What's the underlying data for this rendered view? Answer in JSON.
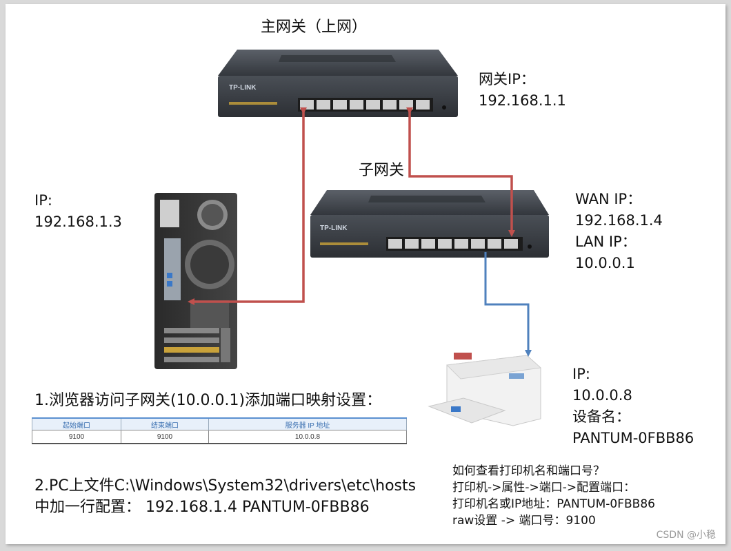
{
  "labels": {
    "main_gateway": "主网关（上网）",
    "gateway_ip": [
      "网关IP：",
      "192.168.1.1"
    ],
    "sub_gateway": "子网关",
    "wan_lan": [
      "WAN IP：",
      "192.168.1.4",
      "LAN IP：",
      "10.0.0.1"
    ],
    "pc_ip": [
      "IP:",
      "192.168.1.3"
    ],
    "printer": [
      "IP:",
      "10.0.0.8",
      "设备名：",
      "PANTUM-0FBB86"
    ]
  },
  "step1": "1.浏览器访问子网关(10.0.0.1)添加端口映射设置：",
  "table": {
    "headers": [
      "起始端口",
      "结束端口",
      "服务器 IP 地址"
    ],
    "row": [
      "9100",
      "9100",
      "10.0.0.8"
    ]
  },
  "step2": [
    "2.PC上文件C:\\Windows\\System32\\drivers\\etc\\hosts",
    "中加一行配置：   192.168.1.4 PANTUM-0FBB86"
  ],
  "howto": [
    "如何查看打印机名和端口号？",
    "打印机->属性->端口->配置端口：",
    "打印机名或IP地址：PANTUM-0FBB86",
    "raw设置 -> 端口号：9100"
  ],
  "router_brand": "TP-LINK",
  "watermark": "CSDN @小稳",
  "colors": {
    "red_link": "#c0504d",
    "blue_link": "#4f81bd"
  }
}
